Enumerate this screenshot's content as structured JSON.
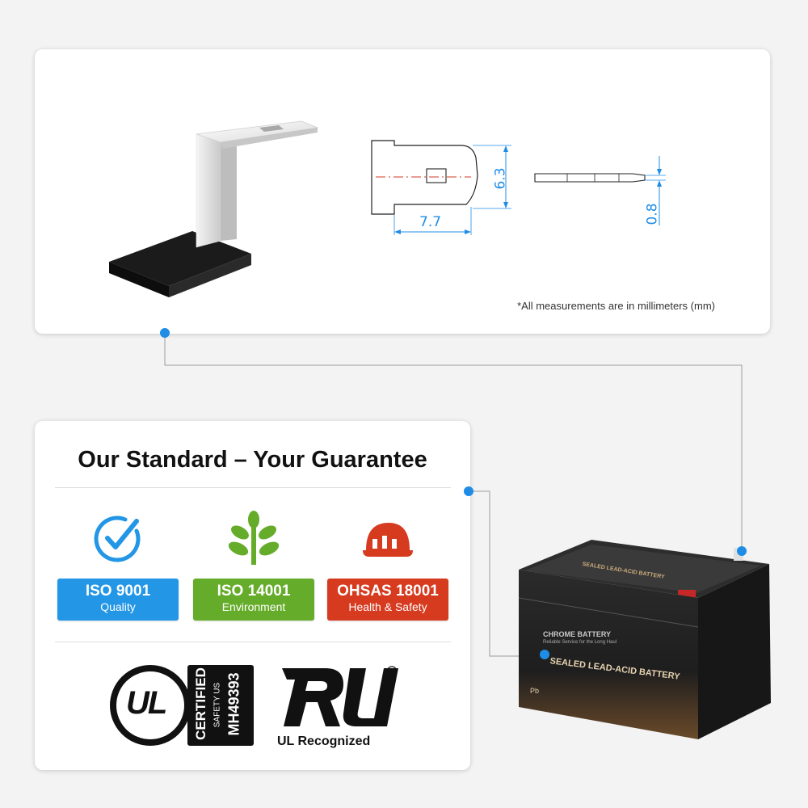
{
  "specs": {
    "width_value": "7.7",
    "height_value": "6.3",
    "thickness_value": "0.8",
    "note": "*All measurements are in millimeters (mm)"
  },
  "guarantee": {
    "title": "Our Standard – Your Guarantee",
    "badges": [
      {
        "title": "ISO 9001",
        "subtitle": "Quality",
        "color": "#2396e6",
        "icon": "check-circle-icon"
      },
      {
        "title": "ISO 14001",
        "subtitle": "Environment",
        "color": "#66ac2b",
        "icon": "plant-icon"
      },
      {
        "title": "OHSAS 18001",
        "subtitle": "Health & Safety",
        "color": "#d63a1f",
        "icon": "hard-hat-icon"
      }
    ],
    "ul_certified": {
      "letters": "UL",
      "certified": "CERTIFIED",
      "safety": "SAFETY US",
      "number": "MH49393"
    },
    "ul_recognized": {
      "label": "UL Recognized"
    }
  },
  "battery": {
    "brand": "CHROME BATTERY",
    "tagline": "Reliable Service for the Long Haul",
    "label_top": "SEALED LEAD-ACID BATTERY",
    "label_main": "SEALED LEAD-ACID BATTERY",
    "pb": "Pb"
  },
  "colors": {
    "accent_blue": "#1f8ce6",
    "iso9001": "#2396e6",
    "iso14001": "#66ac2b",
    "ohsas": "#d63a1f"
  }
}
